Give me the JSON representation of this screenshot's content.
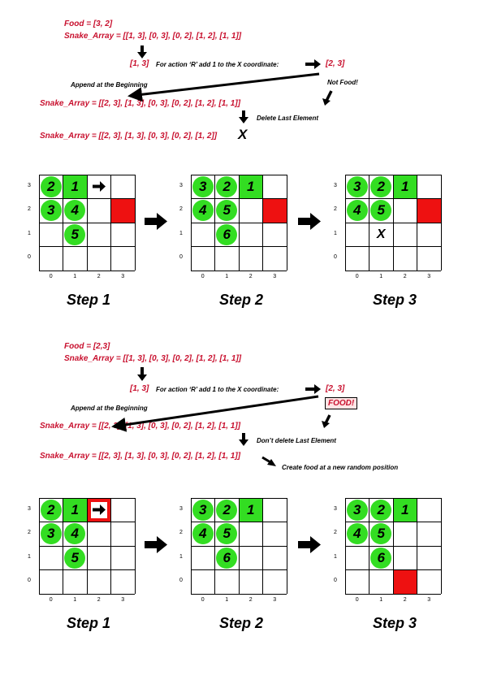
{
  "top": {
    "food": "Food = [3, 2]",
    "snake_initial": "Snake_Array = [[1, 3], [0, 3], [0, 2], [1, 2], [1, 1]]",
    "head": "[1, 3]",
    "action": "For action ‘R’ add 1 to the X coordinate:",
    "new_head": "[2, 3]",
    "not_food": "Not Food!",
    "append": "Append at the Beginning",
    "snake_appended": "Snake_Array = [[2, 3], [1, 3], [0, 3], [0, 2], [1, 2], [1, 1]]",
    "delete": "Delete Last Element",
    "snake_final": "Snake_Array = [[2, 3], [1, 3], [0, 3], [0, 2], [1, 2]]",
    "x_mark": "X"
  },
  "bottom": {
    "food": "Food = [2,3]",
    "snake_initial": "Snake_Array = [[1, 3], [0, 3], [0, 2], [1, 2], [1, 1]]",
    "head": "[1, 3]",
    "action": "For action ‘R’ add 1 to the X coordinate:",
    "new_head": "[2, 3]",
    "food_label": "FOOD!",
    "append": "Append at the Beginning",
    "snake_appended": "Snake_Array = [[2, 3], [1, 3], [0, 3], [0, 2], [1, 2], [1, 1]]",
    "dont_delete": "Don’t delete Last Element",
    "snake_final": "Snake_Array = [[2, 3], [1, 3], [0, 3], [0, 2], [1, 2], [1, 1]]",
    "create_food": "Create food at a new random position"
  },
  "axis": {
    "y": [
      "3",
      "2",
      "1",
      "0"
    ],
    "x": [
      "0",
      "1",
      "2",
      "3"
    ]
  },
  "steps": [
    "Step 1",
    "Step 2",
    "Step 3",
    "Step 1",
    "Step 2",
    "Step 3"
  ],
  "grid_states": [
    {
      "circles": [
        {
          "c": 0,
          "r": 3,
          "t": "2"
        },
        {
          "c": 0,
          "r": 2,
          "t": "3"
        },
        {
          "c": 1,
          "r": 2,
          "t": "4"
        },
        {
          "c": 1,
          "r": 1,
          "t": "5"
        }
      ],
      "squares": [
        {
          "c": 1,
          "r": 3,
          "t": "1"
        }
      ],
      "food": [
        {
          "c": 3,
          "r": 2
        }
      ],
      "arrow": {
        "c": 2,
        "r": 3,
        "boxed": false
      },
      "x": null
    },
    {
      "circles": [
        {
          "c": 0,
          "r": 3,
          "t": "3"
        },
        {
          "c": 1,
          "r": 3,
          "t": "2"
        },
        {
          "c": 0,
          "r": 2,
          "t": "4"
        },
        {
          "c": 1,
          "r": 2,
          "t": "5"
        },
        {
          "c": 1,
          "r": 1,
          "t": "6"
        }
      ],
      "squares": [
        {
          "c": 2,
          "r": 3,
          "t": "1"
        }
      ],
      "food": [
        {
          "c": 3,
          "r": 2
        }
      ],
      "arrow": null,
      "x": null
    },
    {
      "circles": [
        {
          "c": 0,
          "r": 3,
          "t": "3"
        },
        {
          "c": 1,
          "r": 3,
          "t": "2"
        },
        {
          "c": 0,
          "r": 2,
          "t": "4"
        },
        {
          "c": 1,
          "r": 2,
          "t": "5"
        }
      ],
      "squares": [
        {
          "c": 2,
          "r": 3,
          "t": "1"
        }
      ],
      "food": [
        {
          "c": 3,
          "r": 2
        }
      ],
      "arrow": null,
      "x": {
        "c": 1,
        "r": 1,
        "t": "X"
      }
    },
    {
      "circles": [
        {
          "c": 0,
          "r": 3,
          "t": "2"
        },
        {
          "c": 0,
          "r": 2,
          "t": "3"
        },
        {
          "c": 1,
          "r": 2,
          "t": "4"
        },
        {
          "c": 1,
          "r": 1,
          "t": "5"
        }
      ],
      "squares": [
        {
          "c": 1,
          "r": 3,
          "t": "1"
        }
      ],
      "food": [],
      "arrow": {
        "c": 2,
        "r": 3,
        "boxed": true
      },
      "x": null
    },
    {
      "circles": [
        {
          "c": 0,
          "r": 3,
          "t": "3"
        },
        {
          "c": 1,
          "r": 3,
          "t": "2"
        },
        {
          "c": 0,
          "r": 2,
          "t": "4"
        },
        {
          "c": 1,
          "r": 2,
          "t": "5"
        },
        {
          "c": 1,
          "r": 1,
          "t": "6"
        }
      ],
      "squares": [
        {
          "c": 2,
          "r": 3,
          "t": "1"
        }
      ],
      "food": [],
      "arrow": null,
      "x": null
    },
    {
      "circles": [
        {
          "c": 0,
          "r": 3,
          "t": "3"
        },
        {
          "c": 1,
          "r": 3,
          "t": "2"
        },
        {
          "c": 0,
          "r": 2,
          "t": "4"
        },
        {
          "c": 1,
          "r": 2,
          "t": "5"
        },
        {
          "c": 1,
          "r": 1,
          "t": "6"
        }
      ],
      "squares": [
        {
          "c": 2,
          "r": 3,
          "t": "1"
        }
      ],
      "food": [
        {
          "c": 2,
          "r": 0
        }
      ],
      "arrow": null,
      "x": null
    }
  ],
  "colors": {
    "snake": "#33dd22",
    "food": "#ee1111",
    "text_red": "#c8102e"
  }
}
